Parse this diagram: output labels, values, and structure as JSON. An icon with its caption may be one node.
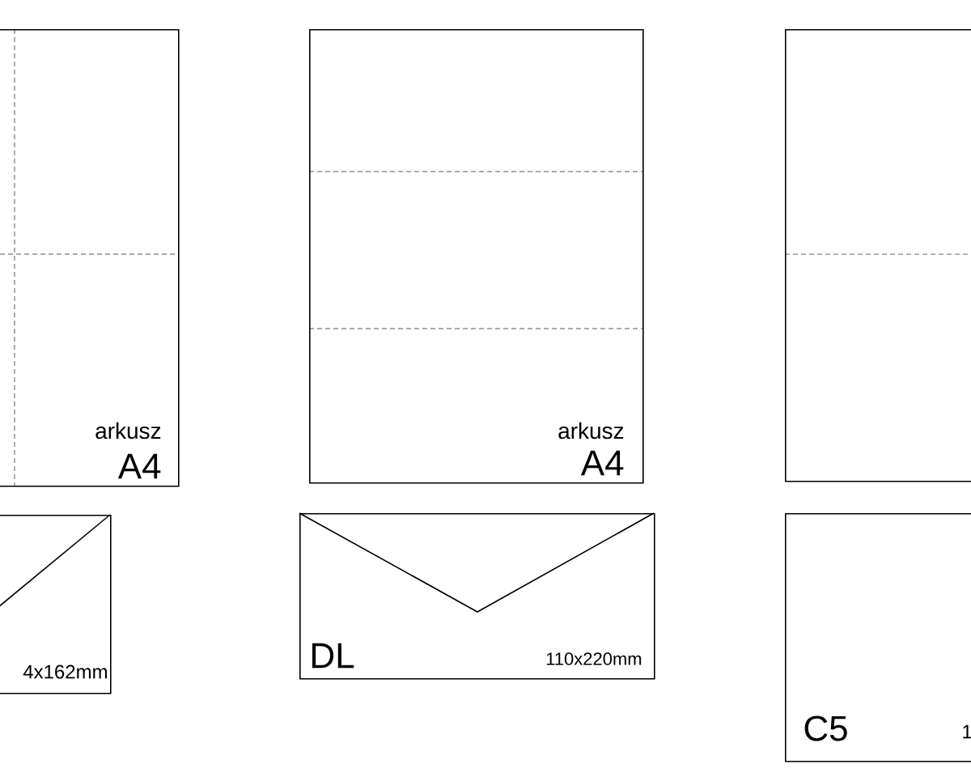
{
  "diagram": {
    "nodes": [
      {
        "text": [
          "arkusz",
          "A4"
        ]
      },
      {
        "text": [
          "4x162mm"
        ]
      },
      {
        "text": [
          "arkusz",
          "A4"
        ]
      },
      {
        "text": [
          "DL",
          "110x220mm"
        ]
      },
      {
        "text": [],
        "shape": "box"
      },
      {
        "text": [
          "C5",
          "1"
        ]
      }
    ],
    "edges": []
  }
}
